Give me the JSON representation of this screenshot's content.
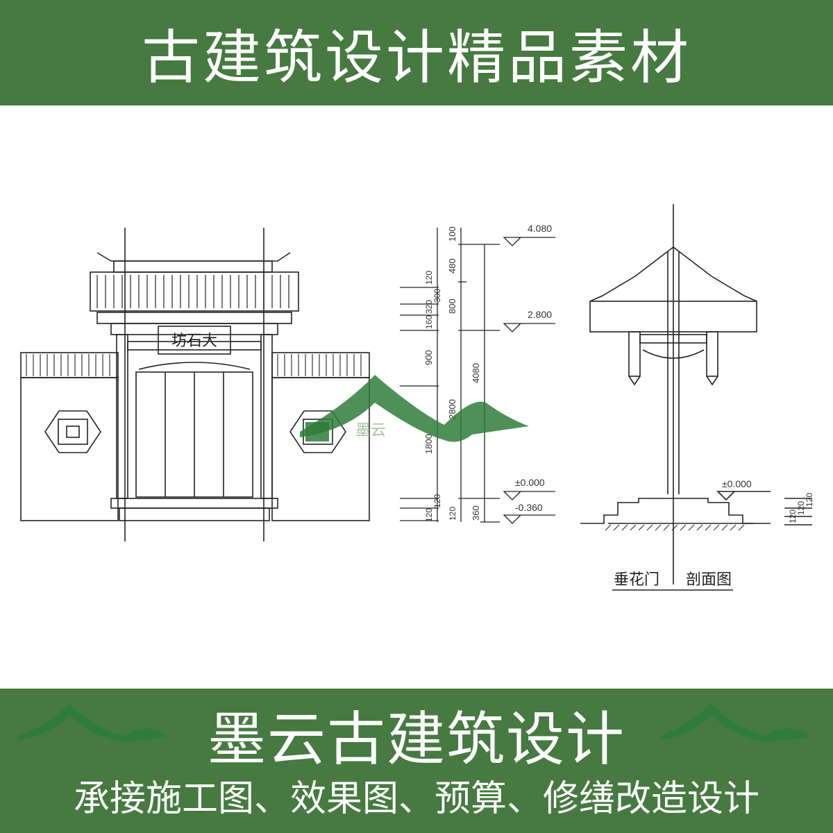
{
  "header": {
    "title": "古建筑设计精品素材"
  },
  "drawing": {
    "plaque_text": "坊石大",
    "left_dims": [
      "100",
      "480",
      "800",
      "900",
      "2800",
      "1800",
      "4080",
      "360",
      "120",
      "320",
      "300",
      "160",
      "120",
      "120",
      "120"
    ],
    "levels": [
      "4.080",
      "2.800",
      "±0.000",
      "-0.360"
    ],
    "section_level": "±0.000",
    "section_dims": [
      "120",
      "120",
      "120"
    ],
    "caption_left": "垂花门",
    "caption_right": "剖面图",
    "watermark_text": "墨云"
  },
  "footer": {
    "brand": "墨云古建筑设计",
    "services": "承接施工图、效果图、预算、修缮改造设计"
  },
  "colors": {
    "banner": "#467a40",
    "logo": "#2f7d3a",
    "line": "#222222"
  }
}
